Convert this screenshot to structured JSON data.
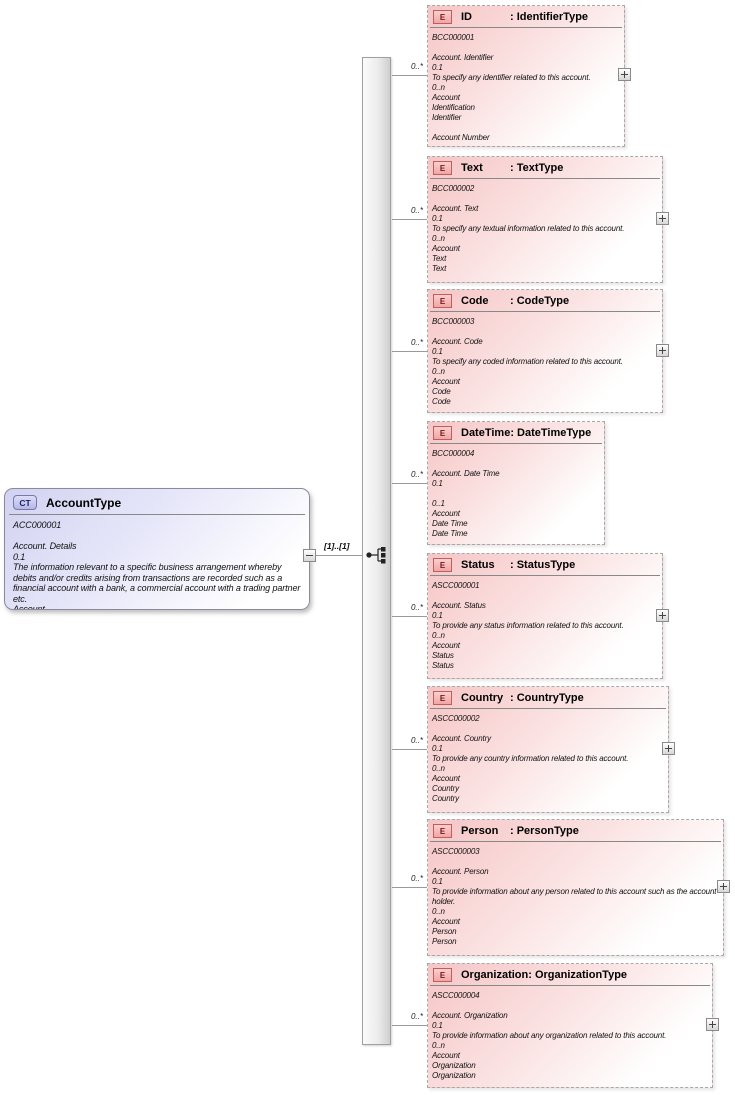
{
  "diagram": {
    "root_type": {
      "badge": "CT",
      "name": "AccountType",
      "annotation_lines": [
        "ACC000001",
        "",
        "Account. Details",
        "0.1",
        "The information relevant to a specific business arrangement whereby debits and/or credits arising from transactions are recorded such as a financial account with a bank, a commercial account with a trading partner etc.",
        "Account"
      ],
      "collapse_icon": "minus-icon",
      "connection_label": "[1]..[1]"
    },
    "compositor": {
      "kind": "sequence",
      "icon": "sequence-icon"
    },
    "elements": [
      {
        "badge": "E",
        "name": "ID",
        "type_label": ": IdentifierType",
        "cardinality_label": "0..*",
        "expand_icon": "plus-icon",
        "annotation_lines": [
          "BCC000001",
          "",
          "Account. Identifier",
          "0.1",
          "To specify any identifier related to this account.",
          "0..n",
          "Account",
          "Identification",
          "Identifier",
          "",
          "Account Number"
        ]
      },
      {
        "badge": "E",
        "name": "Text",
        "type_label": ": TextType",
        "cardinality_label": "0..*",
        "expand_icon": "plus-icon",
        "annotation_lines": [
          "BCC000002",
          "",
          "Account. Text",
          "0.1",
          "To specify any textual information related to this account.",
          "0..n",
          "Account",
          "Text",
          "Text"
        ]
      },
      {
        "badge": "E",
        "name": "Code",
        "type_label": ": CodeType",
        "cardinality_label": "0..*",
        "expand_icon": "plus-icon",
        "annotation_lines": [
          "BCC000003",
          "",
          "Account. Code",
          "0.1",
          "To specify any coded information related to this account.",
          "0..n",
          "Account",
          "Code",
          "Code"
        ]
      },
      {
        "badge": "E",
        "name": "DateTime",
        "type_label": ": DateTimeType",
        "cardinality_label": "0..*",
        "annotation_lines": [
          "BCC000004",
          "",
          "Account. Date Time",
          "0.1",
          "",
          "0..1",
          "Account",
          "Date Time",
          "Date Time"
        ]
      },
      {
        "badge": "E",
        "name": "Status",
        "type_label": ": StatusType",
        "cardinality_label": "0..*",
        "expand_icon": "plus-icon",
        "annotation_lines": [
          "ASCC000001",
          "",
          "Account. Status",
          "0.1",
          "To provide any status information related to this account.",
          "0..n",
          "Account",
          "Status",
          "Status"
        ]
      },
      {
        "badge": "E",
        "name": "Country",
        "type_label": ": CountryType",
        "cardinality_label": "0..*",
        "expand_icon": "plus-icon",
        "annotation_lines": [
          "ASCC000002",
          "",
          "Account. Country",
          "0.1",
          "To provide any country information related to this account.",
          "0..n",
          "Account",
          "Country",
          "Country"
        ]
      },
      {
        "badge": "E",
        "name": "Person",
        "type_label": ": PersonType",
        "cardinality_label": "0..*",
        "expand_icon": "plus-icon",
        "annotation_lines": [
          "ASCC000003",
          "",
          "Account. Person",
          "0.1",
          "To provide information about any person related to this account such as the account holder.",
          "0..n",
          "Account",
          "Person",
          "Person"
        ]
      },
      {
        "badge": "E",
        "name": "Organization",
        "type_label": ": OrganizationType",
        "cardinality_label": "0..*",
        "expand_icon": "plus-icon",
        "annotation_lines": [
          "ASCC000004",
          "",
          "Account. Organization",
          "0.1",
          "To provide information about any organization related to this account.",
          "0..n",
          "Account",
          "Organization",
          "Organization"
        ]
      }
    ],
    "colors": {
      "element_fill": "#f6c5c5",
      "element_badge_fill": "#efa6a6",
      "element_badge_border": "#c05d5d",
      "root_fill": "#d2d2f1",
      "root_badge_border": "#7878b0",
      "connector": "#9a9a9a"
    }
  }
}
